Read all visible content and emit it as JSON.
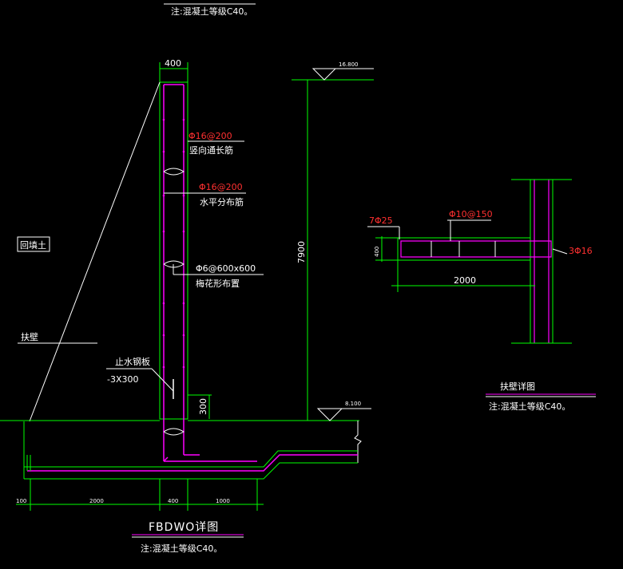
{
  "colors": {
    "background": "#000000",
    "concrete_outline": "#00ff00",
    "rebar": "#ff00ff",
    "annotation_line": "#ffffff",
    "rebar_label": "#ff3030",
    "text": "#ffffff"
  },
  "top_note": "注:混凝土等级C40。",
  "wall": {
    "width_dim": "400",
    "height_dim": "7900",
    "top_elevation": "16.800",
    "ground_elevation": "8.100",
    "waterstop_height_dim": "300"
  },
  "rebar_labels": {
    "vertical_code": "Φ16@200",
    "vertical_desc": "竖向通长筋",
    "horizontal_code": "Φ16@200",
    "horizontal_desc": "水平分布筋",
    "tie_code": "Φ6@600x600",
    "tie_desc": "梅花形布置"
  },
  "side_labels": {
    "backfill": "回填土",
    "buttress": "扶壁",
    "waterstop_name": "止水钢板",
    "waterstop_size": "-3X300"
  },
  "base_dims": [
    "100",
    "2000",
    "400",
    "1000"
  ],
  "main_title": "FBDWO详图",
  "main_note": "注:混凝土等级C40。",
  "buttress_detail": {
    "rebar_top": "7Φ25",
    "stirrup": "Φ10@150",
    "rebar_side": "3Φ16",
    "depth_dim": "400",
    "length_dim": "2000",
    "title": "扶壁详图",
    "note": "注:混凝土等级C40。"
  }
}
